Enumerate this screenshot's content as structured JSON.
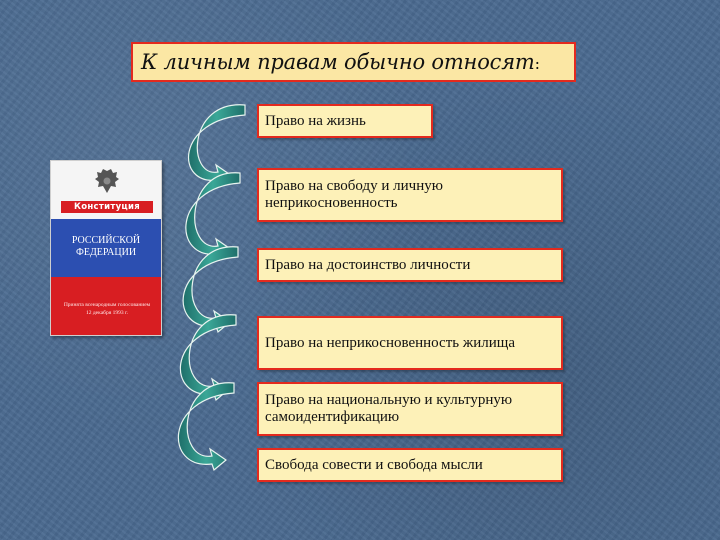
{
  "title": {
    "text": "К личным правам обычно относят",
    "colon": ":"
  },
  "book": {
    "constitution_label": "Конституция",
    "country_label": "РОССИЙСКОЙ\nФЕДЕРАЦИИ",
    "adoption_text": "Принята всенародным голосованием\n12 декабря 1993 г."
  },
  "rights": [
    "Право на жизнь",
    "Право на свободу и личную неприкосновенность",
    "Право на достоинство личности",
    "Право на неприкосновенность жилища",
    "Право на национальную и культурную самоидентификацию",
    "Свобода совести и свобода мысли"
  ],
  "colors": {
    "box_fill": "#fdf1b8",
    "box_border": "#e32a1e",
    "arrow_fill": "#2b8f82"
  }
}
